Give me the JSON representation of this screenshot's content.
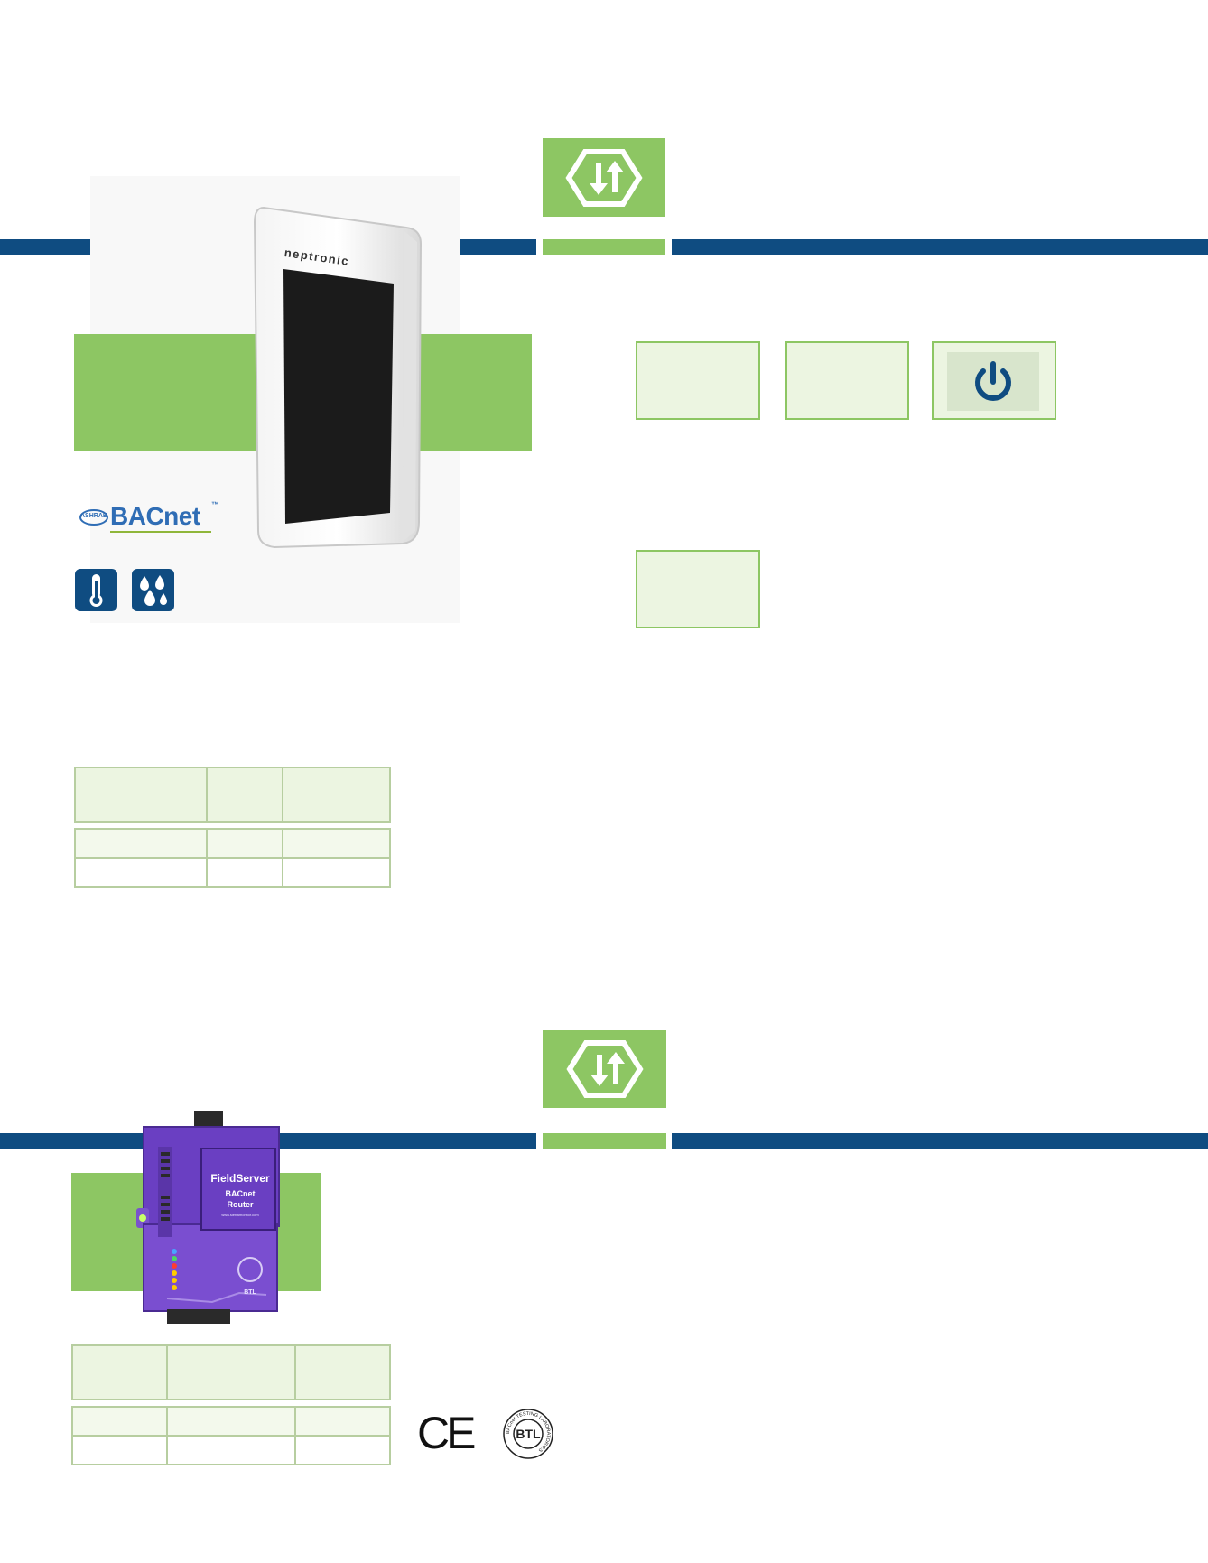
{
  "product1": {
    "brand": "neptronic",
    "bacnet_logo": {
      "ashrae": "ASHRAE",
      "name": "BACnet",
      "tm": "™"
    },
    "icons": [
      "thermometer-icon",
      "humidity-icon"
    ],
    "feature_icons": [
      "power-icon"
    ]
  },
  "product2": {
    "device_title": "FieldServer",
    "device_line1": "BACnet",
    "device_line2": "Router",
    "device_url": "www.sierramonitor.com",
    "device_badge": "BTL",
    "certifications": {
      "ce": "CE",
      "btl_center": "BTL",
      "btl_ring": "BACnet TESTING LABORATORIES"
    }
  },
  "colors": {
    "brand_blue": "#0f4c81",
    "brand_green": "#8dc663",
    "light_green": "#ecf5e1",
    "device_purple": "#6a3fc2"
  }
}
